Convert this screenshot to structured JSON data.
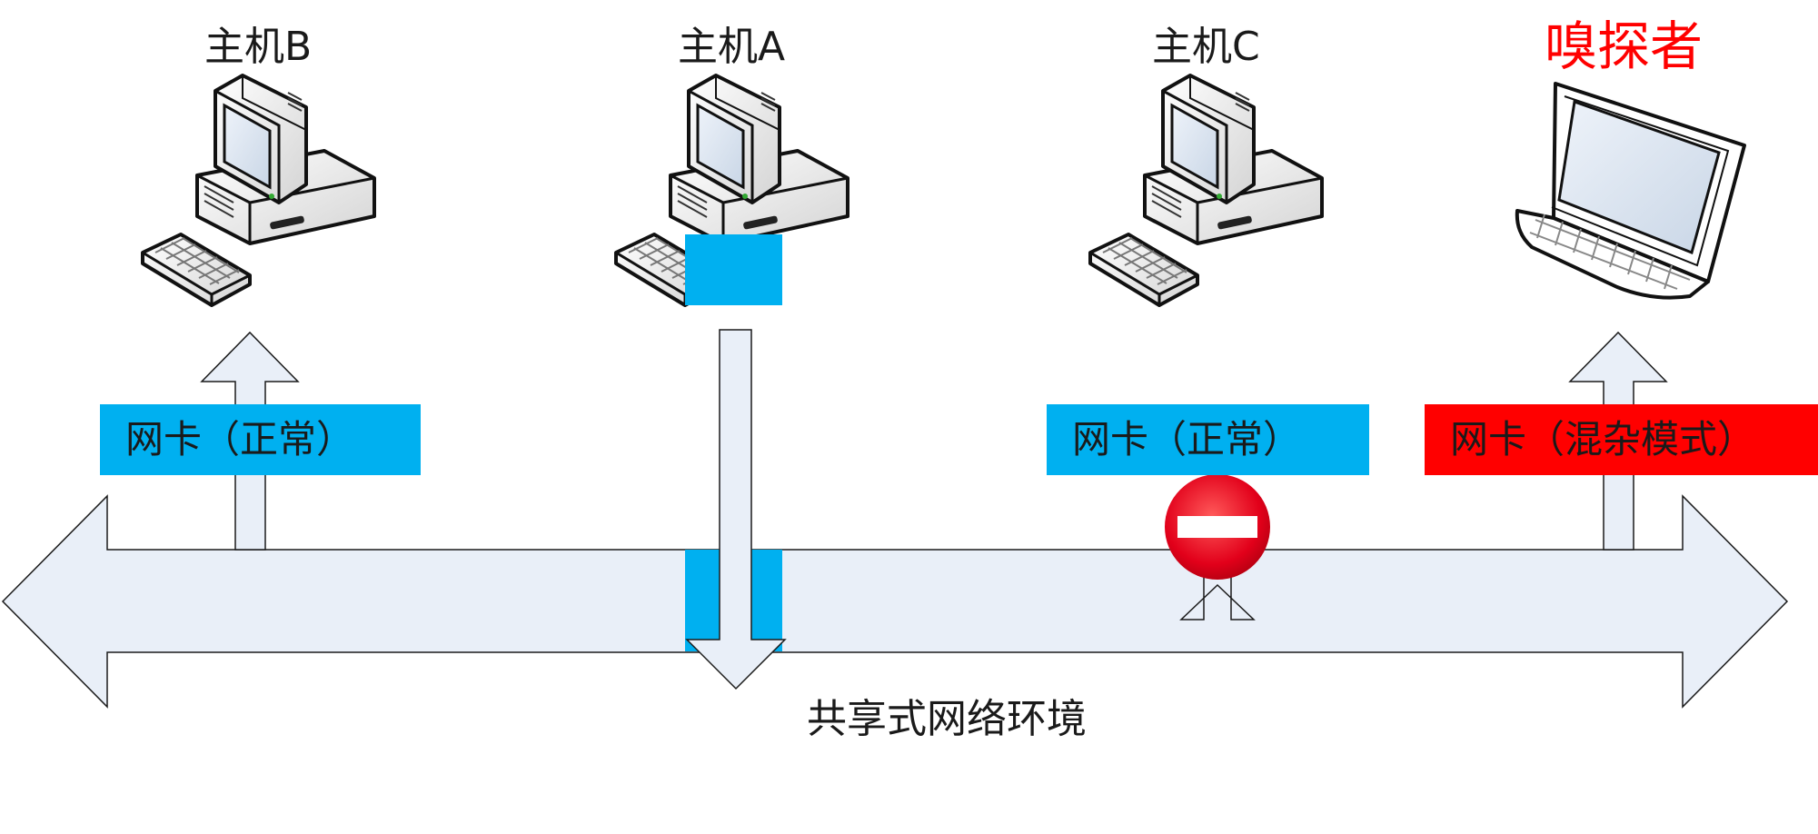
{
  "hosts": {
    "b": {
      "label": "主机B"
    },
    "a": {
      "label": "主机A"
    },
    "c": {
      "label": "主机C"
    }
  },
  "sniffer": {
    "label": "嗅探者"
  },
  "nics": {
    "b": {
      "label": "网卡（正常）"
    },
    "c": {
      "label": "网卡（正常）"
    },
    "sniffer": {
      "label": "网卡（混杂模式）"
    }
  },
  "bus": {
    "label": "共享式网络环境"
  },
  "colors": {
    "packet": "#00b0f0",
    "normal_nic": "#00b0f0",
    "promisc_nic": "#ff0000",
    "sniffer_text": "#ff0000",
    "arrow_fill": "#e9eff8",
    "block_icon": "#e2001a"
  }
}
